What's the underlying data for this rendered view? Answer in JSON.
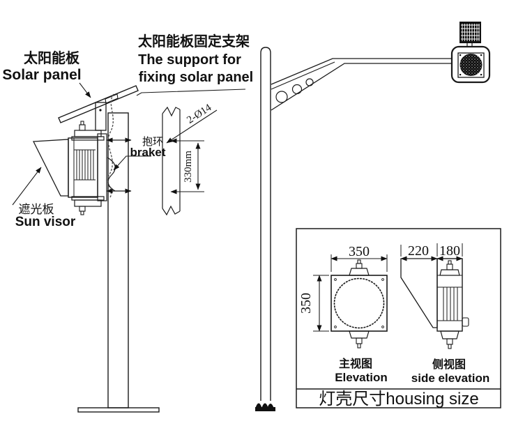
{
  "diagram": {
    "labels": {
      "solar_panel_zh": "太阳能板",
      "solar_panel_en": "Solar panel",
      "support_zh": "太阳能板固定支架",
      "support_en_line1": "The support for",
      "support_en_line2": "fixing solar panel",
      "bracket_zh": "抱环",
      "bracket_en": "braket",
      "sun_visor_zh": "遮光板",
      "sun_visor_en": "Sun visor"
    },
    "dims": {
      "holes": "2-Ø14",
      "hole_spacing": "330mm",
      "front_width": "350",
      "front_height": "350",
      "depth_total": "220",
      "depth_housing": "180"
    },
    "views": {
      "front_zh": "主视图",
      "front_en": "Elevation",
      "side_zh": "侧视图",
      "side_en": "side elevation"
    },
    "box_title": "灯壳尺寸housing size",
    "colors": {
      "line": "#1a1a1a",
      "background": "#ffffff",
      "led_fill": "#0a0a0a"
    }
  }
}
